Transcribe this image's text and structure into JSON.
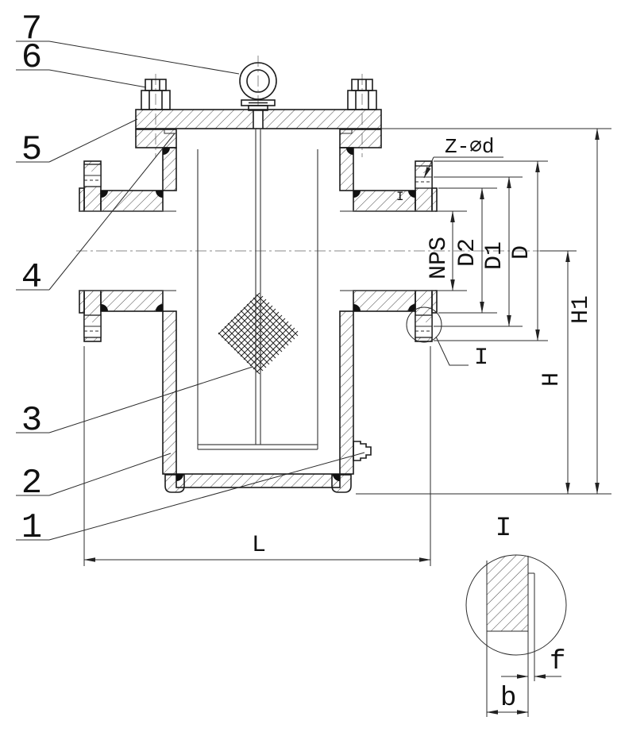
{
  "drawing": {
    "callouts": [
      "7",
      "6",
      "5",
      "4",
      "3",
      "2",
      "1"
    ],
    "dim_labels": {
      "bolt_holes": "Z-∅d",
      "nps": "NPS",
      "d2": "D2",
      "d1": "D1",
      "d": "D",
      "h1": "H1",
      "h": "H",
      "l": "L",
      "f": "f",
      "b": "b"
    },
    "detail": {
      "ref_marker": "I",
      "corner_marker": "I",
      "view_title": "I"
    },
    "colors": {
      "line": "#1c1c1c",
      "centerline": "#8a8a8a",
      "background": "#ffffff"
    }
  }
}
